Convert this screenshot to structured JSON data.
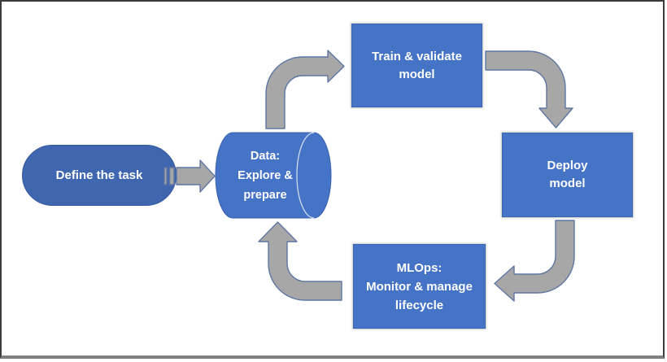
{
  "colors": {
    "node_fill": "#4573C6",
    "pill_fill": "#3F66AE",
    "node_border": "#3D66B0",
    "arrow_fill": "#A7A7A7",
    "arrow_stroke": "#5F77A3",
    "text": "#FFFFFF",
    "frame_dark": "#3C3C3C",
    "frame_bottom": "#808080"
  },
  "diagram": {
    "nodes": [
      {
        "id": "define-task",
        "shape": "stadium",
        "lines": [
          "Define the task"
        ]
      },
      {
        "id": "data-explore-prepare",
        "shape": "horizontal-cylinder",
        "lines": [
          "Data:",
          "Explore &",
          "prepare"
        ]
      },
      {
        "id": "train-validate-model",
        "shape": "rectangle",
        "lines": [
          "Train & validate",
          "model"
        ]
      },
      {
        "id": "deploy-model",
        "shape": "rectangle",
        "lines": [
          "Deploy",
          "model"
        ]
      },
      {
        "id": "mlops-monitor-manage",
        "shape": "rectangle",
        "lines": [
          "MLOps:",
          "Monitor & manage",
          "lifecycle"
        ]
      }
    ],
    "edges": [
      {
        "from": "define-task",
        "to": "data-explore-prepare",
        "shape": "striped-right-arrow"
      },
      {
        "from": "data-explore-prepare",
        "to": "train-validate-model",
        "shape": "bent-arrow-up-right"
      },
      {
        "from": "train-validate-model",
        "to": "deploy-model",
        "shape": "bent-arrow-right-down"
      },
      {
        "from": "deploy-model",
        "to": "mlops-monitor-manage",
        "shape": "bent-arrow-down-left"
      },
      {
        "from": "mlops-monitor-manage",
        "to": "data-explore-prepare",
        "shape": "bent-arrow-left-up"
      }
    ]
  }
}
